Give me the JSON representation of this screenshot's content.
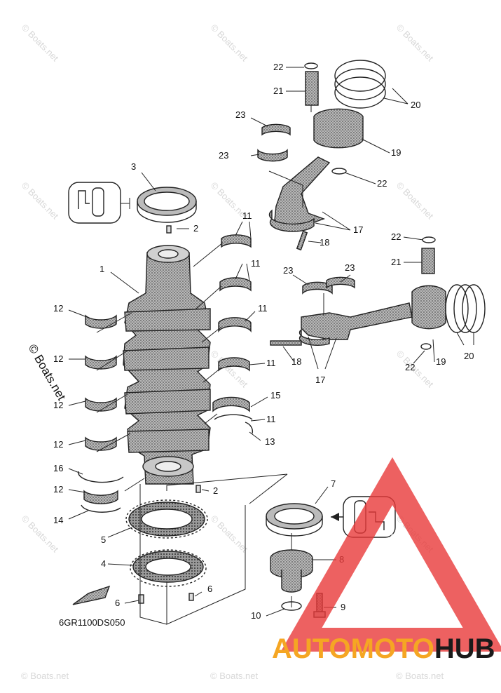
{
  "diagram": {
    "code": "6GR1100DS050",
    "copyright": "© Boats.net",
    "watermark": "© Boats.net",
    "brand_prefix": "AUTOMOTO",
    "brand_suffix": "HUB",
    "colors": {
      "brand_orange": "#f5a623",
      "brand_dark": "#1a1a1a",
      "brand_red": "#e83a3a",
      "ink": "#222222"
    },
    "callouts": [
      "1",
      "2",
      "2",
      "3",
      "4",
      "5",
      "6",
      "6",
      "7",
      "8",
      "9",
      "10",
      "11",
      "11",
      "11",
      "11",
      "11",
      "12",
      "12",
      "12",
      "12",
      "12",
      "13",
      "14",
      "15",
      "16",
      "17",
      "17",
      "18",
      "18",
      "19",
      "19",
      "20",
      "20",
      "21",
      "21",
      "22",
      "22",
      "22",
      "22",
      "23",
      "23",
      "23",
      "23"
    ]
  }
}
